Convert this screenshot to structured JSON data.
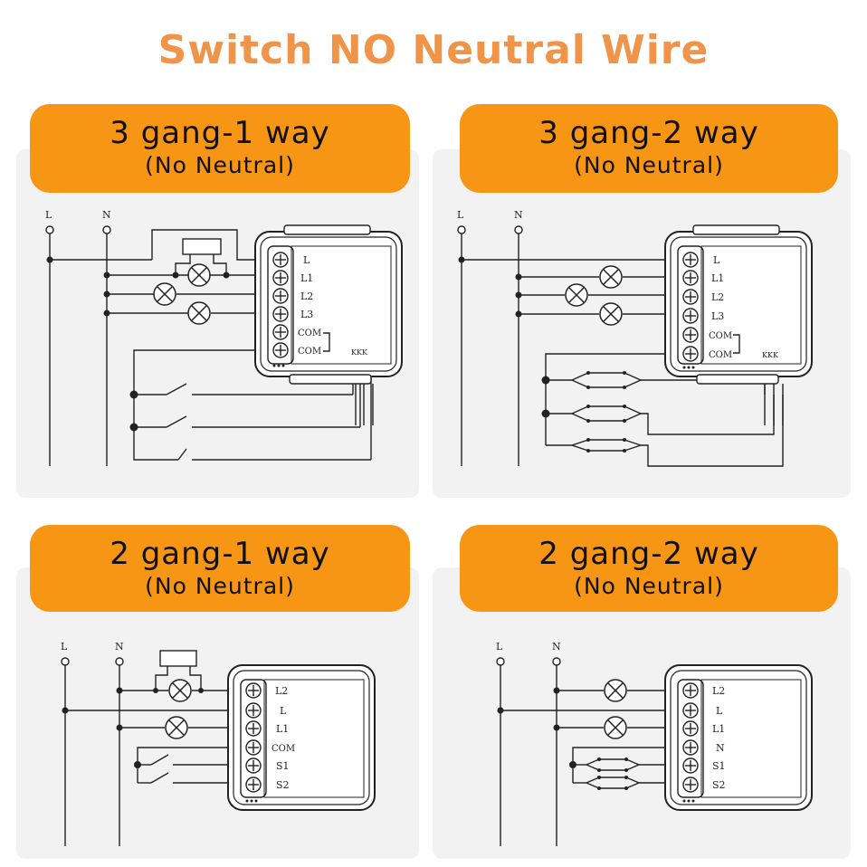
{
  "title": "Switch NO Neutral Wire",
  "colors": {
    "title": "#f0944a",
    "header": "#f79514",
    "panel": "#f2f2f2",
    "line": "#222222"
  },
  "diagrams": [
    {
      "heading": "3 gang-1 way",
      "subheading": "(No Neutral)",
      "line_labels": [
        "L",
        "N"
      ],
      "terminals": [
        "L",
        "L1",
        "L2",
        "L3",
        "COM",
        "COM"
      ],
      "module_mark": "KKK"
    },
    {
      "heading": "3 gang-2 way",
      "subheading": "(No Neutral)",
      "line_labels": [
        "L",
        "N"
      ],
      "terminals": [
        "L",
        "L1",
        "L2",
        "L3",
        "COM",
        "COM"
      ],
      "module_mark": "KKK"
    },
    {
      "heading": "2 gang-1 way",
      "subheading": "(No Neutral)",
      "line_labels": [
        "L",
        "N"
      ],
      "terminals": [
        "L2",
        "L",
        "L1",
        "COM",
        "S1",
        "S2"
      ]
    },
    {
      "heading": "2 gang-2 way",
      "subheading": "(No Neutral)",
      "line_labels": [
        "L",
        "N"
      ],
      "terminals": [
        "L2",
        "L",
        "L1",
        "N",
        "S1",
        "S2"
      ]
    }
  ]
}
